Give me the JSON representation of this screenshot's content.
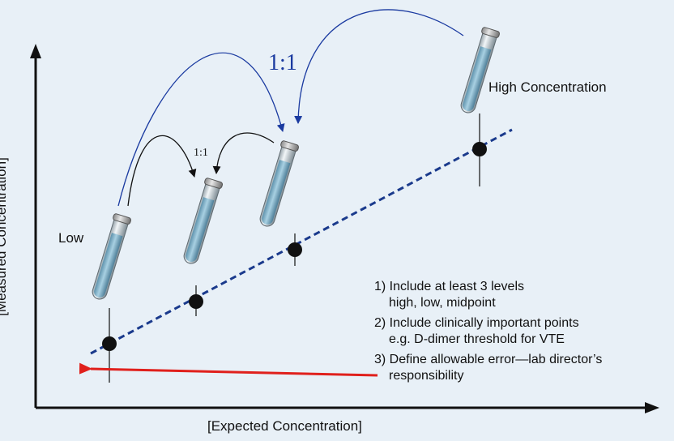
{
  "axes": {
    "x_label": "[Expected Concentration]",
    "y_label": "[Measured Concentration]"
  },
  "labels": {
    "low": "Low",
    "high": "High Concentration",
    "ratio_large": "1:1",
    "ratio_small": "1:1"
  },
  "notes": [
    {
      "line1": "1) Include at least 3 levels",
      "line2": "high, low, midpoint"
    },
    {
      "line1": "2) Include clinically important points",
      "line2": "e.g. D-dimer threshold for VTE"
    },
    {
      "line1": "3) Define allowable error—lab director’s",
      "line2": "responsibility"
    }
  ],
  "colors": {
    "background": "#e8f0f7",
    "regression_line": "#1a3a8c",
    "large_arrows": "#1a3aa0",
    "small_arrows": "#111111",
    "error_arrow": "#e0201c",
    "tube_liquid": "#7fb0c8",
    "points": "#111111"
  }
}
